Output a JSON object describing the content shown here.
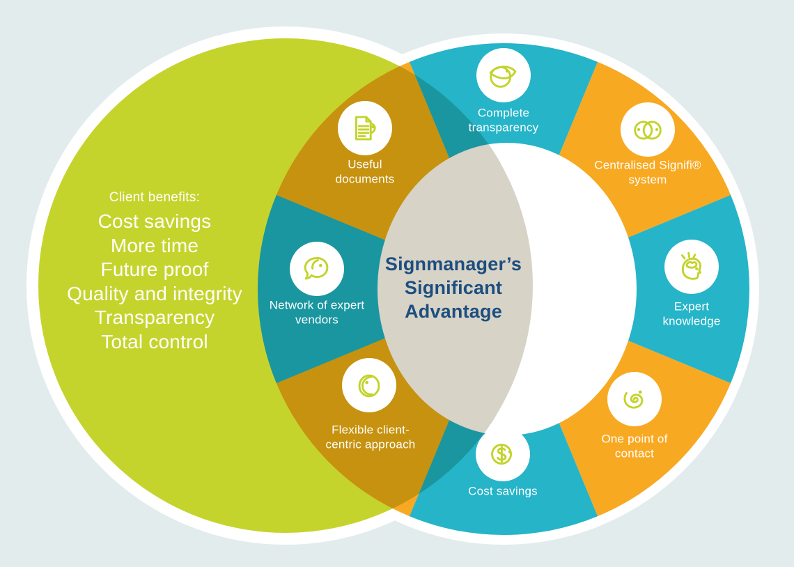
{
  "colors": {
    "background": "#e2eced",
    "outline_white": "#ffffff",
    "green": "#c5d42c",
    "teal": "#25b4c8",
    "teal_dark": "#1a96a0",
    "orange": "#f8a922",
    "orange_dark": "#c6920f",
    "overlap_beige": "#d7d3c6",
    "inner_white": "#ffffff",
    "icon_lime": "#c3d32b",
    "label_text": "#ffffff",
    "title_navy": "#1d4e7f"
  },
  "left_circle": {
    "heading": "Client benefits:",
    "benefits": [
      "Cost savings",
      "More time",
      "Future proof",
      "Quality and integrity",
      "Transparency",
      "Total control"
    ]
  },
  "center": {
    "line1": "Signmanager’s",
    "line2": "Significant",
    "line3": "Advantage"
  },
  "ring": {
    "segments": [
      {
        "label": "Complete transparency",
        "icon": "transparency-eye-icon"
      },
      {
        "label": "Centralised Signifi® system",
        "icon": "overlapping-faces-icon"
      },
      {
        "label": "Expert knowledge",
        "icon": "idea-head-icon"
      },
      {
        "label": "One point of contact",
        "icon": "spiral-face-icon"
      },
      {
        "label": "Cost savings",
        "icon": "dollar-face-icon"
      },
      {
        "label": "Flexible client-centric approach",
        "icon": "client-face-icon"
      },
      {
        "label": "Network of expert vendors",
        "icon": "speech-bubble-face-icon"
      },
      {
        "label": "Useful documents",
        "icon": "document-face-icon"
      }
    ]
  }
}
